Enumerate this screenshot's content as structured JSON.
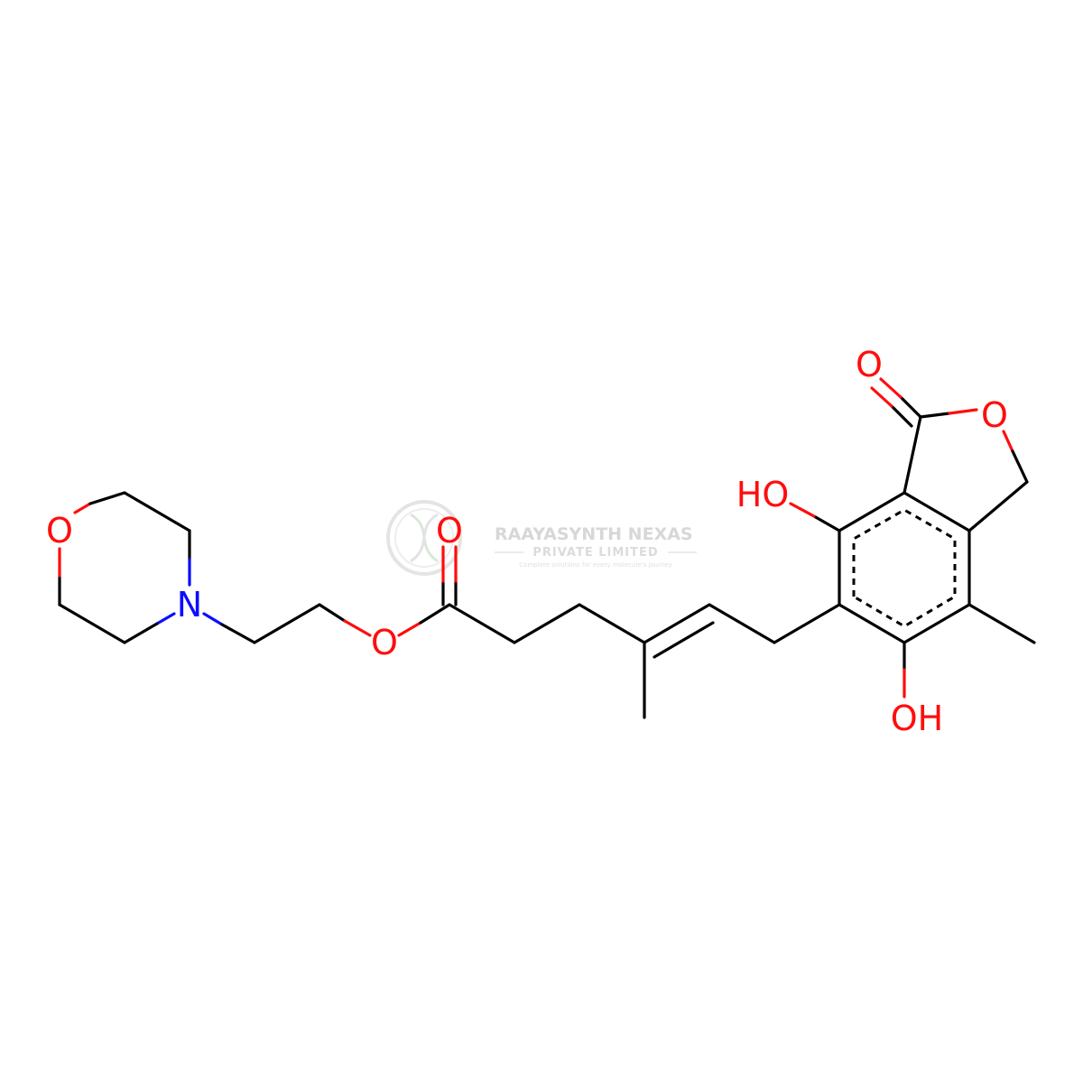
{
  "colors": {
    "oxygen": "#ff0d0d",
    "nitrogen": "#0d0dff",
    "bond": "#000000",
    "watermark": "#d3d3d3"
  },
  "atoms": {
    "morpholine_o": "O",
    "morpholine_n": "N",
    "ester_o": "O",
    "carbonyl_o": "O",
    "hydroxyl_top": "HO",
    "hydroxyl_bottom": "OH",
    "lactone_carbonyl_o": "O",
    "lactone_ring_o": "O"
  },
  "watermark": {
    "title": "RAAYASYNTH NEXAS",
    "subtitle": "PRIVATE LIMITED",
    "tagline": "Complete solutions for every molecule's journey",
    "icon": "dna-logo-icon"
  }
}
